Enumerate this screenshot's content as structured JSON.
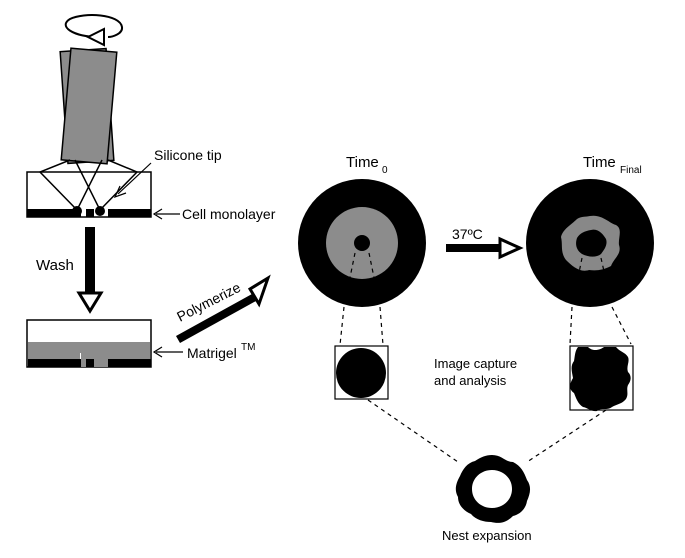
{
  "labels": {
    "silicone_tip": "Silicone tip",
    "cell_monolayer": "Cell monolayer",
    "wash": "Wash",
    "matrigel": "Matrigel",
    "matrigel_tm": "TM",
    "polymerize": "Polymerize",
    "time": "Time",
    "time0_sub": "0",
    "time_final_sub": "Final",
    "temperature": "37ºC",
    "image_capture_line1": "Image capture",
    "image_capture_line2": "and analysis",
    "nest_expansion": "Nest expansion"
  },
  "colors": {
    "black": "#000000",
    "gray": "#8c8c8c",
    "ring_gray": "#888888",
    "white": "#ffffff"
  }
}
